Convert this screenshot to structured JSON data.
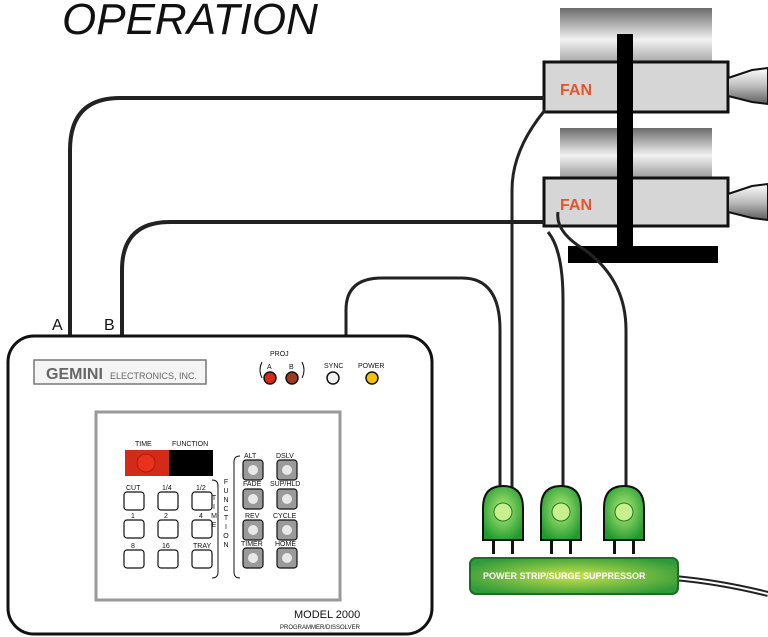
{
  "title": "OPERATION",
  "fans": [
    {
      "label": "FAN"
    },
    {
      "label": "FAN"
    }
  ],
  "cable_labels": {
    "a": "A",
    "b": "B"
  },
  "device": {
    "brand": "GEMINI",
    "brand_suffix": "ELECTRONICS, INC.",
    "proj_label": "PROJ",
    "proj_a": "A",
    "proj_b": "B",
    "sync_label": "SYNC",
    "power_label": "POWER",
    "model": "MODEL 2000",
    "model_sub": "PROGRAMMER/DISSOLVER",
    "time_label": "TIME",
    "function_label": "FUNCTION",
    "time_keys": [
      "CUT",
      "1/4",
      "1/2",
      "1",
      "2",
      "4",
      "8",
      "16",
      "TRAY"
    ],
    "time_side_label": "TIME",
    "function_side_label": "FUNCTION",
    "function_keys": [
      "ALT",
      "DSLV",
      "FADE",
      "SUP/HLD",
      "REV",
      "CYCLE",
      "TIMER",
      "HOME"
    ]
  },
  "power_strip": {
    "label": "POWER STRIP/SURGE SUPPRESSOR"
  },
  "colors": {
    "led_proj_a": "#d42a1a",
    "led_proj_b": "#9b3a1e",
    "led_power": "#f2c400",
    "display_red": "#d42a1a",
    "fan_label": "#e8542a",
    "plug_green": "#2fa83a",
    "strip_green": "#2e9a3a"
  }
}
